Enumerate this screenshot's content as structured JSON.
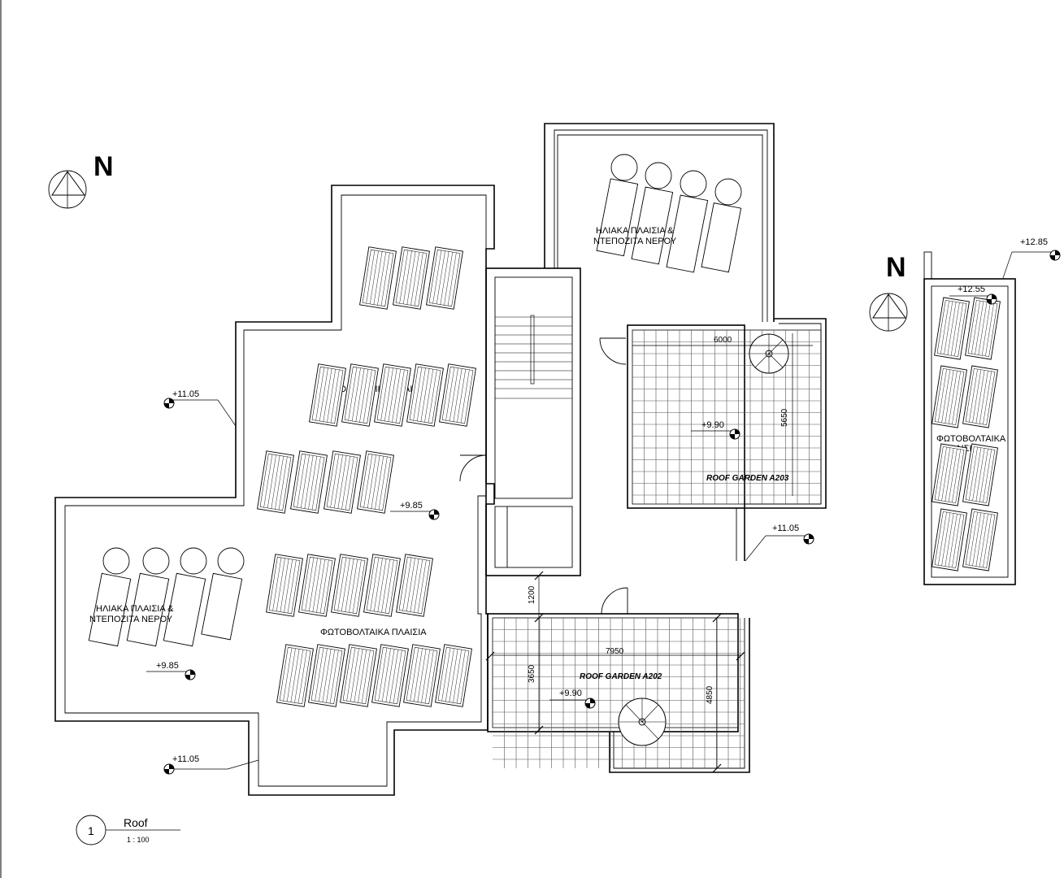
{
  "north": {
    "label": "N"
  },
  "labels": {
    "pv_panels": "ΦΩΤΟΒΟΛΤΑΙΚΑ ΠΛΑΙΣΙΑ",
    "pv_panels_line1": "ΦΩΤΟΒΟΛΤΑΙΚΑ",
    "pv_panels_line2": "ΠΛΑΙΣΙΑ",
    "solar_line1": "ΗΛΙΑΚΑ ΠΛΑΙΣΙΑ &",
    "solar_line2": "ΝΤΕΠΟΖΙΤΑ ΝΕΡΟΥ"
  },
  "gardens": {
    "a203": "ROOF GARDEN A203",
    "a202": "ROOF GARDEN A202"
  },
  "levels": {
    "l1105": "+11.05",
    "l985": "+9.85",
    "l990": "+9.90",
    "l1285": "+12.85",
    "l1255": "+12.55"
  },
  "dimensions": {
    "d6000": "6000",
    "d5650": "5650",
    "d7950": "7950",
    "d3650": "3650",
    "d4850": "4850",
    "d1200": "1200"
  },
  "title_block": {
    "number": "1",
    "name": "Roof",
    "scale": "1 : 100"
  }
}
